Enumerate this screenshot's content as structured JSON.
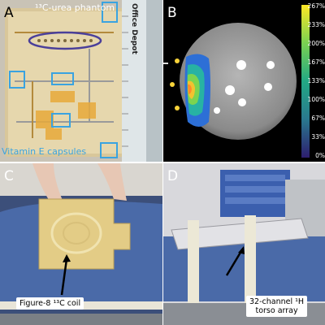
{
  "panels": {
    "a": {
      "label": "A",
      "phantom_label": "¹³C-urea phantom",
      "vitamin_label": "Vitamin E capsules",
      "ruler_text": "Office Depot"
    },
    "b": {
      "label": "B",
      "colorbar_ticks": [
        "267%",
        "233%",
        "200%",
        "167%",
        "133%",
        "100%",
        "67%",
        "33%",
        "0%"
      ]
    },
    "c": {
      "label": "C",
      "coil_label": "Figure-8 ¹³C coil"
    },
    "d": {
      "label": "D",
      "array_label_line1": "32-channel ¹H",
      "array_label_line2": "torso array"
    }
  },
  "colors": {
    "highlight_box": "#3aa3e0",
    "oval": "#4a3f9a",
    "phantom_background": "#000000"
  },
  "colorbar": {
    "type": "viridis-like",
    "min_percent": 0,
    "max_percent": 267
  }
}
